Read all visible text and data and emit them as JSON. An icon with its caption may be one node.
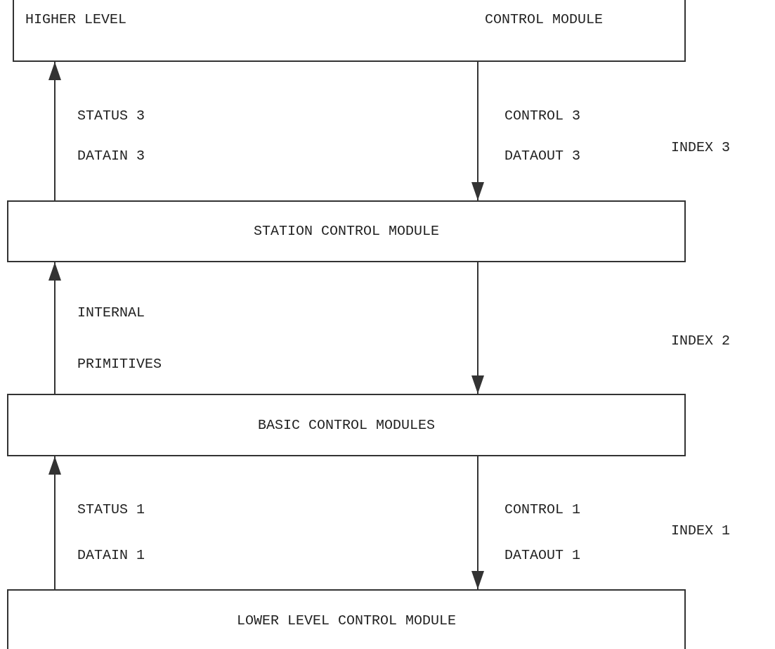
{
  "diagram": {
    "nodes": [
      {
        "text": [
          "HIGHER LEVEL",
          "CONTROL MODULE"
        ]
      },
      {
        "text": [
          "STATION CONTROL MODULE"
        ]
      },
      {
        "text": [
          "BASIC CONTROL MODULES"
        ]
      },
      {
        "text": [
          "LOWER LEVEL CONTROL MODULE"
        ]
      }
    ],
    "edges": [
      {
        "from": 1,
        "to": 0,
        "arrow": "to"
      },
      {
        "from": 0,
        "to": 1,
        "arrow": "to"
      },
      {
        "from": 2,
        "to": 1,
        "arrow": "to"
      },
      {
        "from": 1,
        "to": 2,
        "arrow": "to"
      },
      {
        "from": 3,
        "to": 2,
        "arrow": "to"
      },
      {
        "from": 2,
        "to": 3,
        "arrow": "to"
      }
    ],
    "labels": [
      "STATUS 3",
      "CONTROL 3",
      "INDEX 3",
      "DATAIN 3",
      "DATAOUT 3",
      "INTERNAL",
      "INDEX 2",
      "PRIMITIVES",
      "STATUS 1",
      "CONTROL 1",
      "INDEX 1",
      "DATAIN 1",
      "DATAOUT 1"
    ]
  }
}
